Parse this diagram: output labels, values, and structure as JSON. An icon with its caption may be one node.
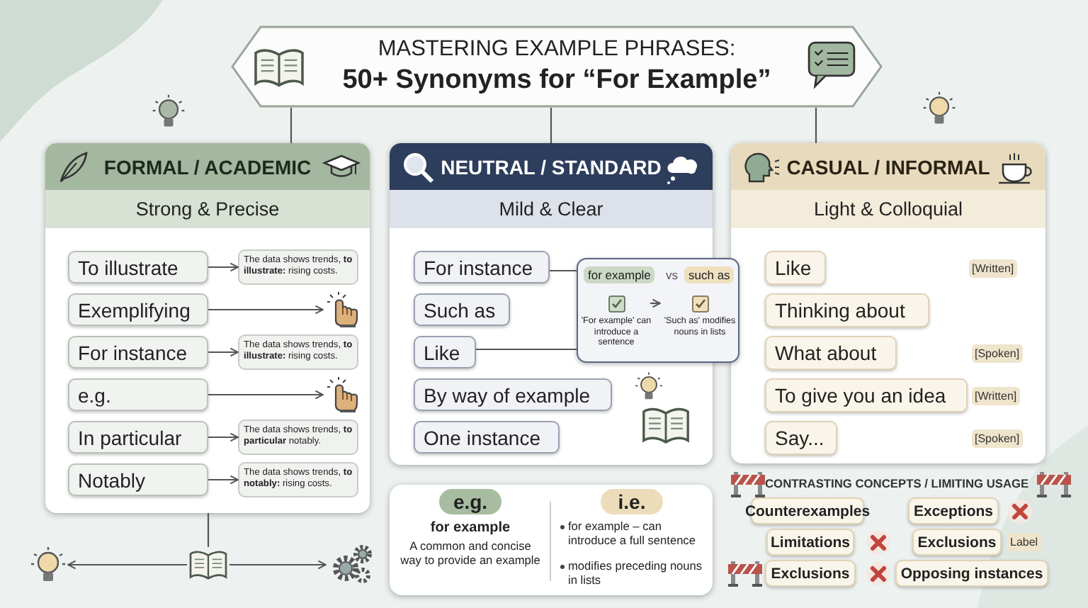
{
  "diagram": {
    "title": "MASTERING EXAMPLE PHRASES: **50+ Synonyms for “For Example”**",
    "nodes": [
      {
        "text": [],
        "shape": "box"
      },
      {
        "text": [
          "FORMAL / ACADEMIC",
          "Strong & Precise"
        ]
      },
      {
        "text": [
          "To illustrate"
        ],
        "in": 1
      },
      {
        "text": [
          "The data shows trends, **to illustrate:** rising costs."
        ],
        "in": 1
      },
      {
        "text": [
          "Exemplifying"
        ],
        "in": 1
      },
      {
        "text": [],
        "shape": "picture",
        "in": 1
      },
      {
        "text": [
          "For instance"
        ],
        "in": 1
      },
      {
        "text": [
          "The data shows trends, **to illustrate:** rising costs."
        ],
        "in": 1
      },
      {
        "text": [
          "e.g."
        ],
        "in": 1
      },
      {
        "text": [],
        "shape": "picture",
        "in": 1
      },
      {
        "text": [
          "In particular"
        ],
        "in": 1
      },
      {
        "text": [
          "The data shows trends, **to particular** notably."
        ],
        "in": 1
      },
      {
        "text": [
          "Notably"
        ],
        "in": 1
      },
      {
        "text": [
          "The data shows trends, **to notably:** rising costs."
        ],
        "in": 1
      },
      {
        "text": [
          "NEUTRAL / STANDARD",
          "Mild & Clear"
        ]
      },
      {
        "text": [
          "For instance"
        ],
        "in": 14
      },
      {
        "text": [
          "Such as"
        ],
        "in": 14
      },
      {
        "text": [
          "Like"
        ],
        "in": 14
      },
      {
        "text": [
          "By way of example"
        ],
        "in": 14
      },
      {
        "text": [
          "One instance"
        ],
        "in": 14
      },
      {
        "text": [
          "for example",
          "vs",
          "such as"
        ]
      },
      {
        "text": [
          "'For example' can introduce a sentence"
        ],
        "in": 20
      },
      {
        "text": [
          "'Such as' modifies nouns in lists"
        ],
        "in": 20
      },
      {
        "text": [
          "CASUAL / INFORMAL",
          "Light & Colloquial"
        ]
      },
      {
        "text": [
          "Like"
        ],
        "in": 23
      },
      {
        "text": [
          "Thinking about"
        ],
        "in": 23
      },
      {
        "text": [
          "What about"
        ],
        "in": 23
      },
      {
        "text": [
          "To give you an idea"
        ],
        "in": 23,
        "beside": [
          "[Written]"
        ]
      },
      {
        "text": [
          "Say..."
        ],
        "in": 23
      },
      {
        "text": [],
        "shape": "box"
      },
      {
        "text": [
          "e.g.",
          "for example",
          "A common and concise way to provide an example"
        ],
        "in": 29
      },
      {
        "text": [
          "i.e.",
          "for example – can introduce a full sentence",
          "modifies preceding nouns in lists"
        ],
        "in": 29
      },
      {
        "text": [
          "Counterexamples"
        ]
      },
      {
        "text": [
          "Exceptions"
        ]
      },
      {
        "text": [
          "Limitations"
        ]
      },
      {
        "text": [
          "Exclusions"
        ],
        "beside": [
          "Label"
        ]
      },
      {
        "text": [
          "Exclusions"
        ]
      },
      {
        "text": [
          "Opposing instances"
        ]
      },
      {
        "text": [],
        "shape": "picture"
      },
      {
        "text": [],
        "shape": "picture"
      },
      {
        "text": [],
        "shape": "picture"
      }
    ],
    "edges": [
      {
        "from": 0,
        "to": 1,
        "arrow": "none"
      },
      {
        "from": 0,
        "to": 14,
        "arrow": "none"
      },
      {
        "from": 0,
        "to": 23,
        "arrow": "none"
      },
      {
        "from": 2,
        "to": 3,
        "arrow": "to"
      },
      {
        "from": 4,
        "to": 5,
        "arrow": "to"
      },
      {
        "from": 6,
        "to": 7,
        "arrow": "to"
      },
      {
        "from": 8,
        "to": 9,
        "arrow": "to"
      },
      {
        "from": 10,
        "to": 11,
        "arrow": "to"
      },
      {
        "from": 12,
        "to": 13,
        "arrow": "to"
      },
      {
        "from": 15,
        "to": 20,
        "arrow": "none"
      },
      {
        "from": 20,
        "to": 17,
        "arrow": "none"
      },
      {
        "from": 21,
        "to": 22,
        "arrow": "to"
      },
      {
        "from": 1,
        "to": 39,
        "arrow": "none"
      },
      {
        "from": 39,
        "to": 38,
        "arrow": "to"
      },
      {
        "from": 39,
        "to": 40,
        "arrow": "to"
      }
    ],
    "labels": [
      "[Written]",
      "[Spoken]",
      "[Spoken]",
      "CONTRASTING CONCEPTS / LIMITING USAGE"
    ]
  }
}
